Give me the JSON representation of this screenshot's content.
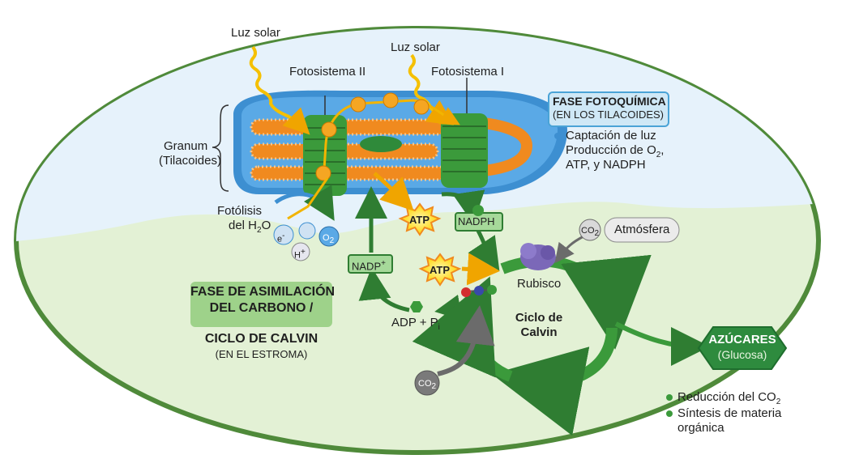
{
  "labels": {
    "sunlight_1": "Luz solar",
    "sunlight_2": "Luz solar",
    "photosystem_2": "Fotosistema II",
    "photosystem_1": "Fotosistema I",
    "granum_1": "Granum",
    "granum_2": "(Tilacoides)",
    "photolysis_1": "Fotólisis",
    "photolysis_2": "del H",
    "photolysis_sub": "2",
    "photolysis_3": "O",
    "electron": "e",
    "electron_sup": "-",
    "hydrogen": "H",
    "hydrogen_sup": "+",
    "oxygen": "O",
    "oxygen_sub": "2",
    "atp_1": "ATP",
    "atp_2": "ATP",
    "nadph": "NADPH",
    "nadp": "NADP",
    "nadp_sup": "+",
    "adp": "ADP + P",
    "adp_sub": "i",
    "co2_atm": "CO",
    "co2_atm_sub": "2",
    "atmosphere": "Atmósfera",
    "rubisco": "Rubisco",
    "calvin_1": "Ciclo de",
    "calvin_2": "Calvin",
    "co2_bottom": "CO",
    "co2_bottom_sub": "2"
  },
  "light_phase": {
    "title": "FASE FOTOQUÍMICA",
    "subtitle": "(EN LOS TILACOIDES)",
    "bullets": [
      "Captación de luz",
      "Producción de O",
      "2",
      ",",
      "ATP, y NADPH"
    ]
  },
  "dark_phase": {
    "title_1": "FASE DE ASIMILACIÓN",
    "title_2": "DEL CARBONO /",
    "title_3": "CICLO DE CALVIN",
    "subtitle": "(EN EL ESTROMA)"
  },
  "product": {
    "title": "AZÚCARES",
    "subtitle": "(Glucosa)",
    "bullets": [
      "Reducción del CO",
      "2",
      "Síntesis de materia",
      "orgánica"
    ]
  },
  "colors": {
    "chloroplast_border": "#4f8a3a",
    "stroma": "#e3f1d5",
    "lumen": "#e6f2fb",
    "membrane": "#3d8fd1",
    "photosystem": "#3b9a3b",
    "electron": "#f5a623",
    "arrow_green": "#3a8a3a",
    "arrow_yellow": "#f2b400",
    "light_box": "#cfe8f6",
    "dark_box": "#9ed28a",
    "product": "#2e8b3e"
  }
}
